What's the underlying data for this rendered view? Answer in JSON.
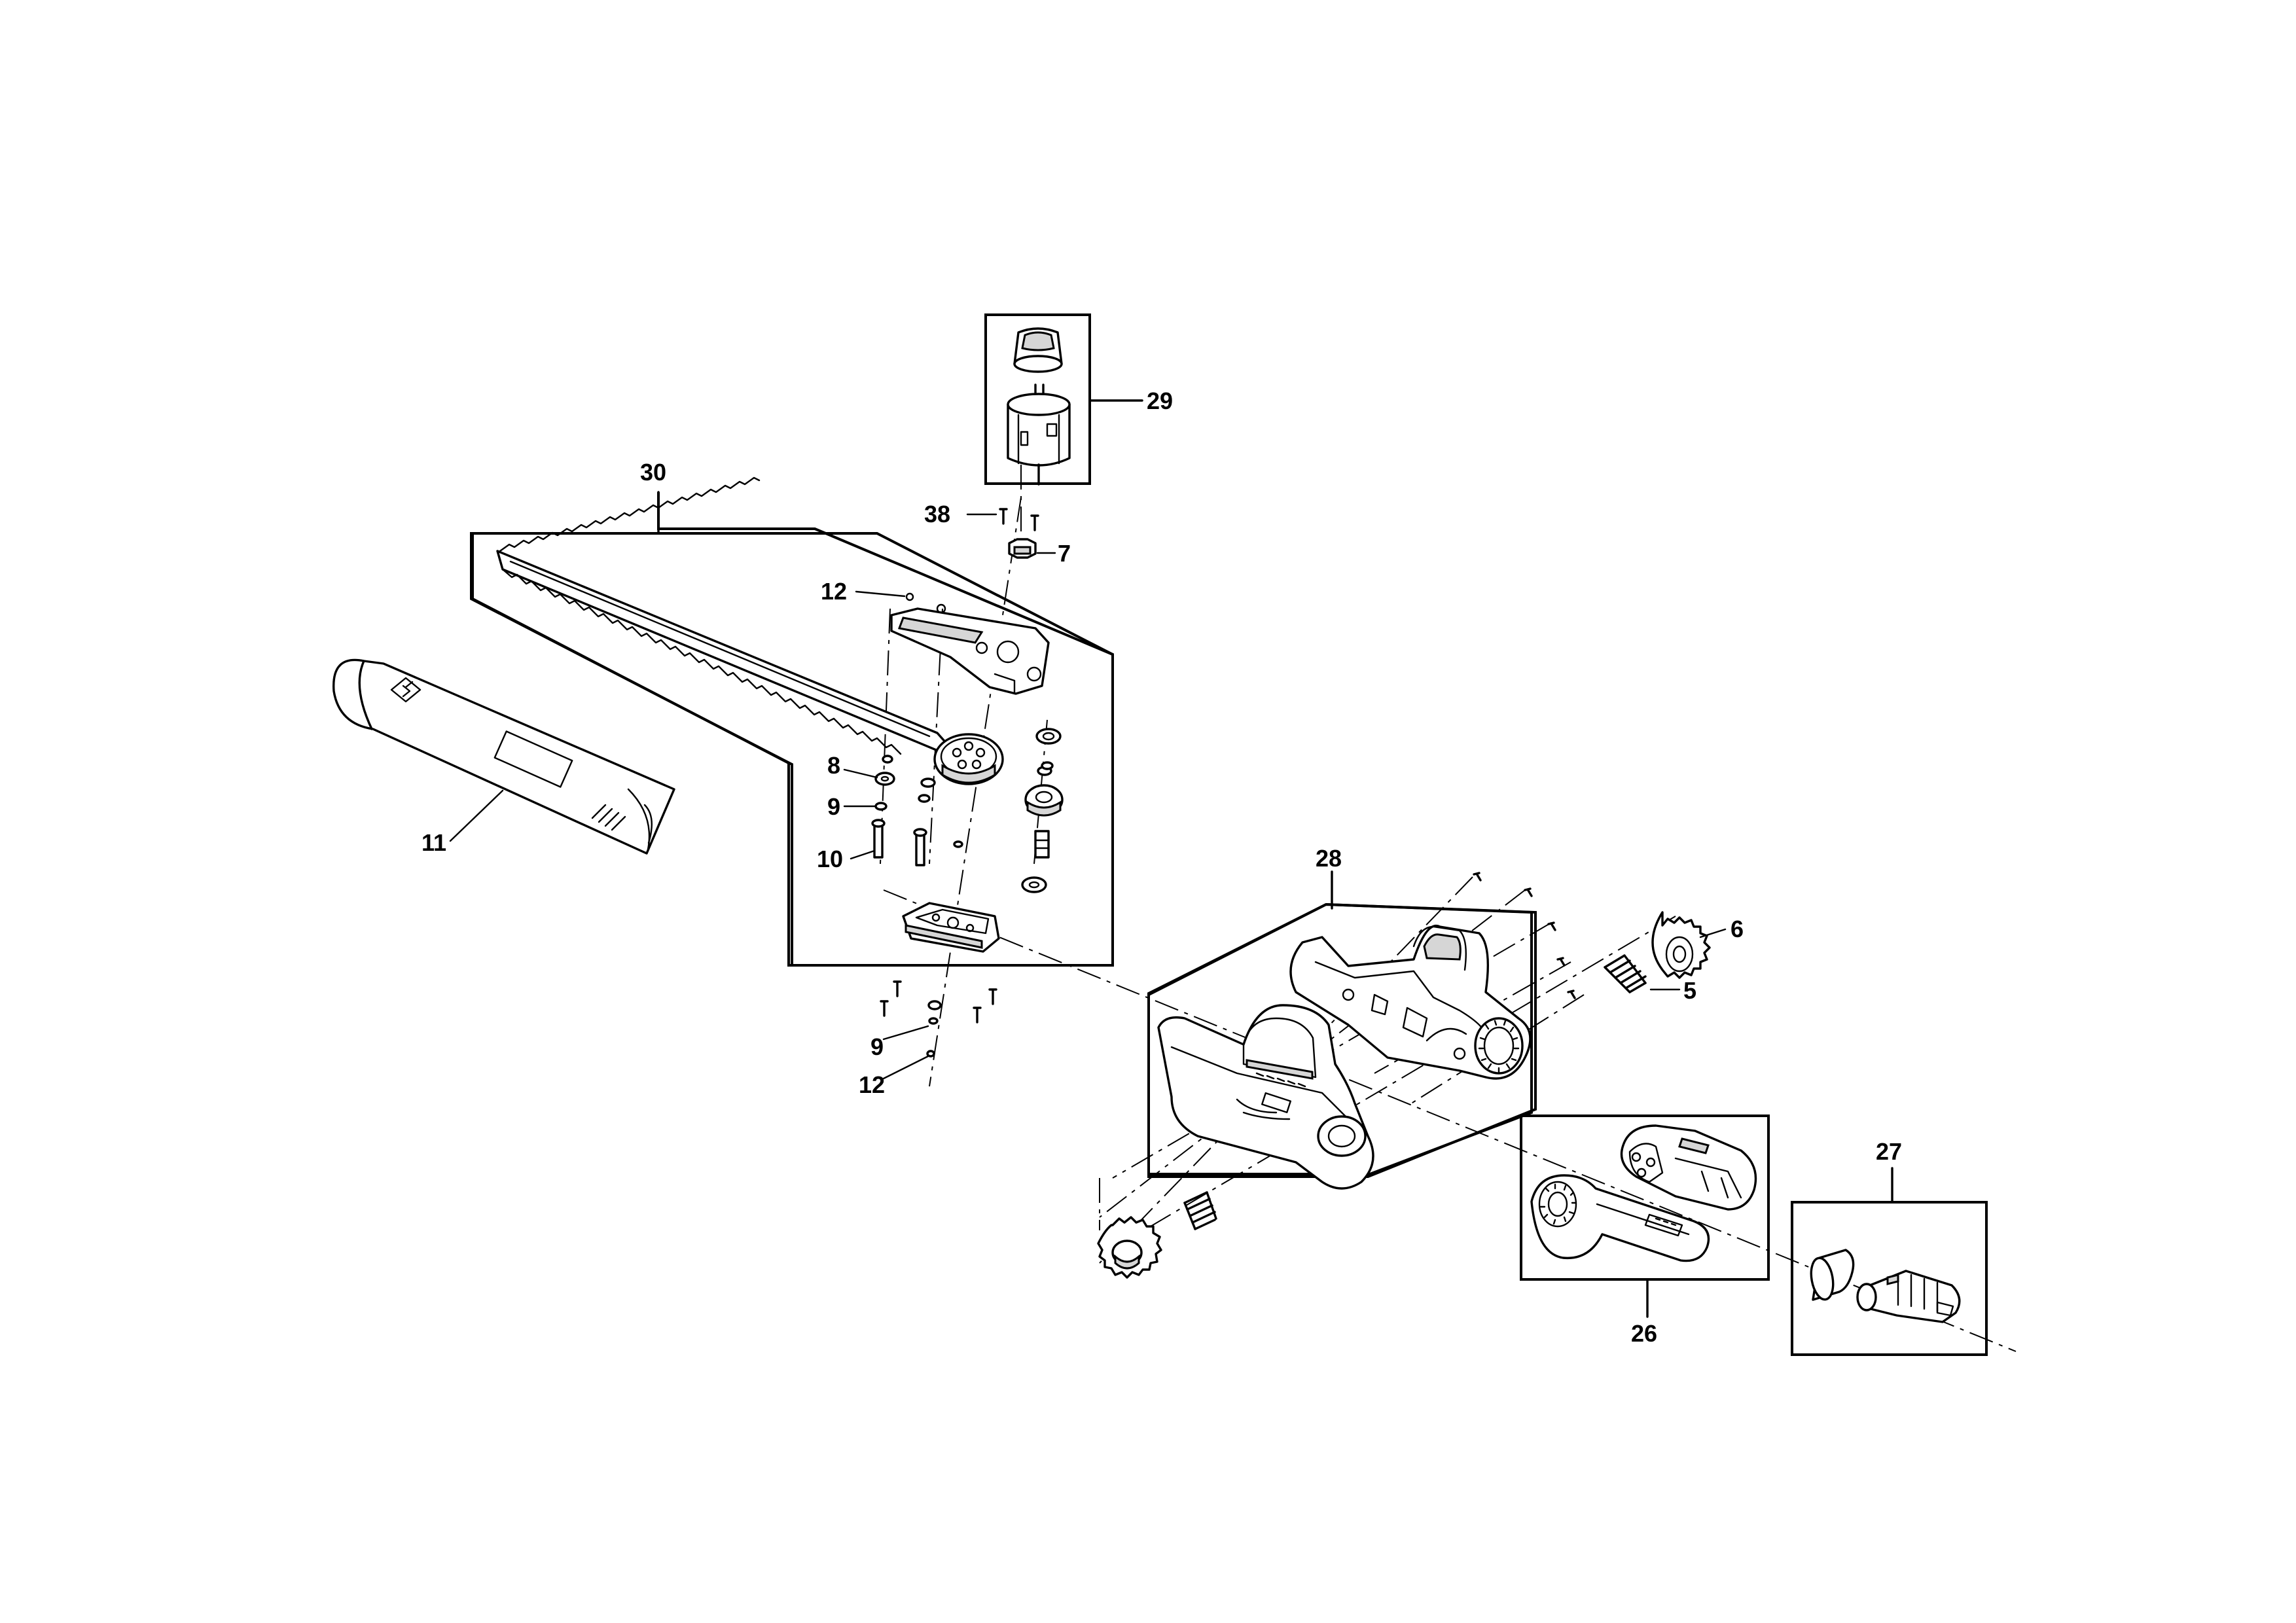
{
  "part_labels": {
    "l5": "5",
    "l6": "6",
    "l7": "7",
    "l8": "8",
    "l9a": "9",
    "l9b": "9",
    "l10": "10",
    "l11": "11",
    "l12a": "12",
    "l12b": "12",
    "l26": "26",
    "l27": "27",
    "l28": "28",
    "l29": "29",
    "l30": "30",
    "l38": "38"
  },
  "colors": {
    "line": "#000000",
    "background": "#ffffff"
  }
}
